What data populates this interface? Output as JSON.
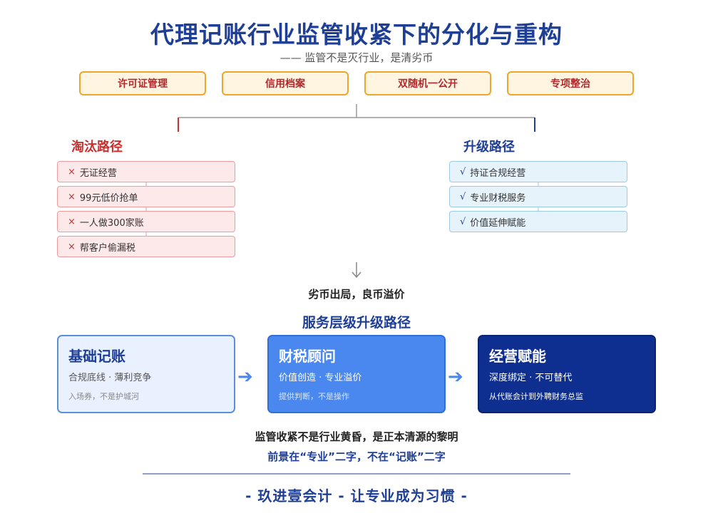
{
  "title": "代理记账行业监管收紧下的分化与重构",
  "subtitle": "—— 监管不是灭行业，是清劣币",
  "policies": [
    "许可证管理",
    "信用档案",
    "双随机一公开",
    "专项整治"
  ],
  "elimination": {
    "title": "淘汰路径",
    "mark": "×",
    "items": [
      "无证经营",
      "99元低价抢单",
      "一人做300家账",
      "帮客户偷漏税"
    ]
  },
  "upgrade": {
    "title": "升级路径",
    "mark": "√",
    "items": [
      "持证合规经营",
      "专业财税服务",
      "价值延伸赋能"
    ]
  },
  "mid_text": "劣币出局，良币溢价",
  "ladder_title": "服务层级升级路径",
  "levels": [
    {
      "title": "基础记账",
      "sub": "合规底线 · 薄利竞争",
      "note": "入场券，不是护城河"
    },
    {
      "title": "财税顾问",
      "sub": "价值创造 · 专业溢价",
      "note": "提供判断，不是操作"
    },
    {
      "title": "经营赋能",
      "sub": "深度绑定 · 不可替代",
      "note": "从代账会计到外聘财务总监"
    }
  ],
  "conclusion_line1": "监管收紧不是行业黄昏，是正本清源的黎明",
  "conclusion_line2": "前景在“专业”二字，不在“记账”二字",
  "footer": "- 玖进壹会计 - 让专业成为习惯 -",
  "colors": {
    "primary": "#1f3f95",
    "danger": "#c9302f",
    "accent": "#4a88ef",
    "policy_border": "#f0a52b"
  }
}
